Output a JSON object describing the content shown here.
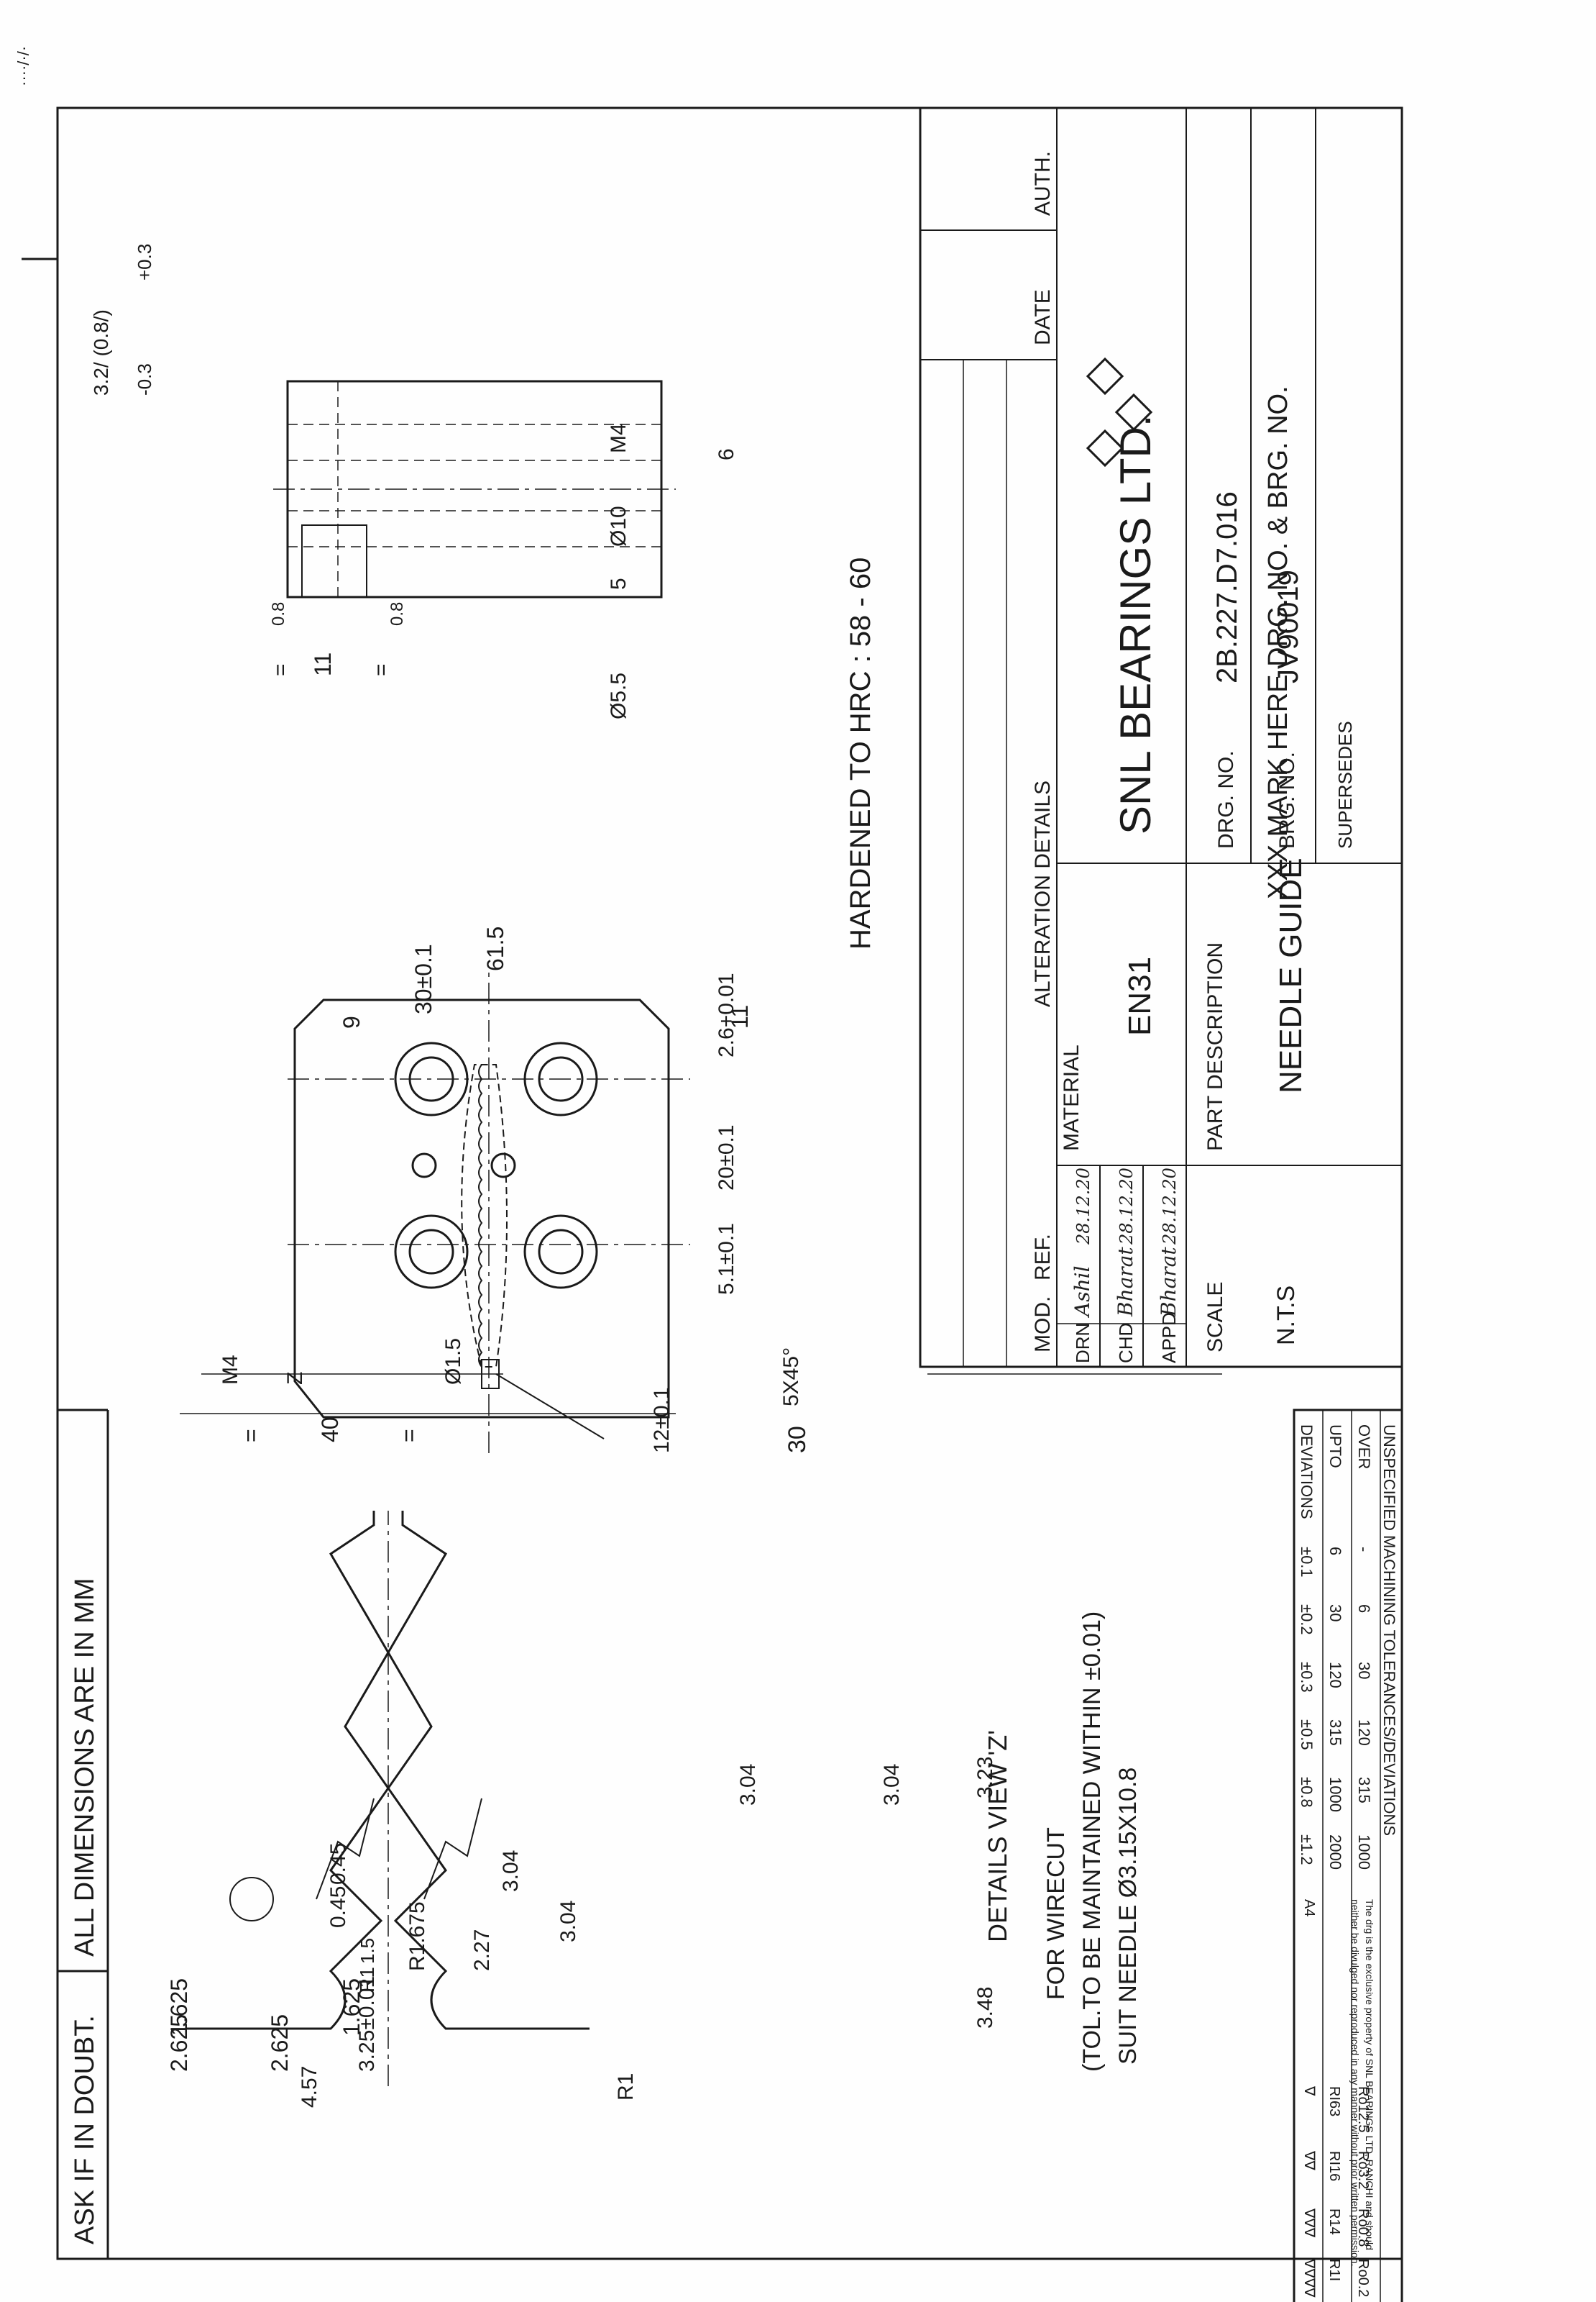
{
  "notes": {
    "ask_if_in_doubt": "ASK IF IN DOUBT.",
    "all_dimensions": "ALL DIMENSIONS ARE IN MM",
    "hardened": "HARDENED TO HRC : 58 - 60",
    "mark_here": "XXX MARK HERE DRG. NO. & BRG. NO.",
    "details_view": "DETAILS VIEW 'Z'",
    "wirecut_1": "FOR WIRECUT",
    "wirecut_2": "(TOL.TO BE MAINTAINED WITHIN ±0.01)",
    "wirecut_3": "SUIT NEEDLE Ø3.15X10.8",
    "surface_symbol": "3.2/ (0.8/)",
    "surface_tol_neg": "-0.3",
    "surface_tol_pos": "+0.3",
    "margin_mark": "····/·/·"
  },
  "front_view": {
    "dims": {
      "d40": "40",
      "eq1": "=",
      "eq2": "=",
      "phi15": "Ø1.5",
      "m4": "M4",
      "z": "Z",
      "d30_top": "30",
      "chamfer": "5X45°",
      "d12": "12±0.1",
      "d51": "5.1±0.1",
      "d20": "20±0.1",
      "d26": "2.6+0.01",
      "d9": "9",
      "d30_side": "30±0.1",
      "d615": "61.5",
      "d11": "11"
    }
  },
  "side_view": {
    "dims": {
      "d11": "11",
      "eq": "=",
      "eq2": "=",
      "r08a": "0.8",
      "r08b": "0.8",
      "d5": "5",
      "phi10": "Ø10",
      "m4": "M4",
      "d6": "6",
      "phi55": "Ø5.5"
    }
  },
  "detail_view": {
    "dims": {
      "d2625a": "2.625",
      "d2625b": "2.625",
      "d325": "3.25±0.01",
      "d1625a": "1.625",
      "d1625b": "1.625",
      "r1a": "R1",
      "d15": "1.5",
      "r1675": "R1.675",
      "d227": "2.27",
      "d304a": "3.04",
      "d304b": "3.04",
      "d304c": "3.04",
      "d304d": "3.04",
      "d323": "3.23",
      "d348": "3.48",
      "d045a": "0.45",
      "d045b": "0.45",
      "d457": "4.57",
      "r1b": "R1"
    }
  },
  "title_block": {
    "columns": {
      "mod": "MOD.",
      "ref": "REF.",
      "alteration": "ALTERATION DETAILS",
      "date": "DATE",
      "auth": "AUTH."
    },
    "drn": "DRN",
    "chd": "CHD",
    "appd": "APPD",
    "drn_date": "28.12.20",
    "sign_drn": "Ashil",
    "sign_chd": "Bharat",
    "sign_appd": "Bharat",
    "chd_date": "28.12.20",
    "appd_date": "28.12.20",
    "material_label": "MATERIAL",
    "material": "EN31",
    "company": "SNL BEARINGS LTD.",
    "drg_no_label": "DRG. NO.",
    "drg_no": "2B.227.D7.016",
    "brg_no_label": "BRG. NO.",
    "brg_no": "JV90019",
    "supersedes": "SUPERSEDES",
    "scale_label": "SCALE",
    "scale": "N.T.S",
    "part_desc_label": "PART DESCRIPTION",
    "part_desc": "NEEDLE GUIDE"
  },
  "tolerance_table": {
    "title": "UNSPECIFIED MACHINING TOLERANCES/DEVIATIONS",
    "rows": [
      {
        "label": "OVER",
        "cells": [
          "-",
          "6",
          "30",
          "120",
          "315",
          "1000"
        ]
      },
      {
        "label": "UPTO",
        "cells": [
          "6",
          "30",
          "120",
          "315",
          "1000",
          "2000"
        ]
      },
      {
        "label": "DEVIATIONS",
        "cells": [
          "±0.1",
          "±0.2",
          "±0.3",
          "±0.5",
          "±0.8",
          "±1.2"
        ]
      }
    ],
    "copyright_1": "The drg is the exclusive property of SNL BEARINGS LTD, RANCHI and should",
    "copyright_2": "neither be divulged nor reproduced in any manner without prior written permission.",
    "sheet_size": "A4",
    "roughness": [
      {
        "sym": "∇∇∇∇",
        "r1": "R1I",
        "r2": "Ro0.2"
      },
      {
        "sym": "∇∇∇",
        "r1": "R14",
        "r2": "Ro0.8"
      },
      {
        "sym": "∇∇",
        "r1": "RI16",
        "r2": "Ro3.2"
      },
      {
        "sym": "∇",
        "r1": "RI63",
        "r2": "Ro12.5"
      }
    ]
  }
}
